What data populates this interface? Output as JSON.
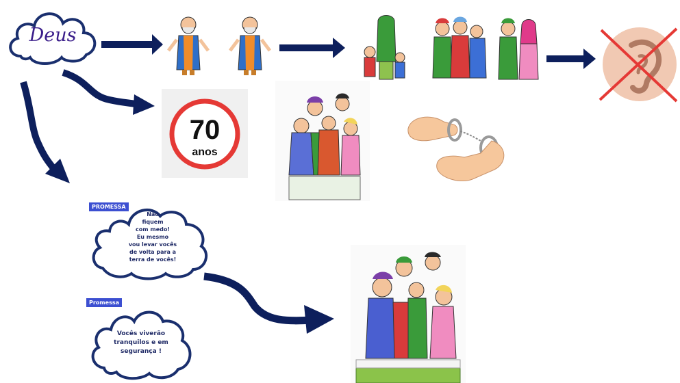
{
  "god_cloud": {
    "label": "Deus"
  },
  "speed_sign": {
    "number": "70",
    "unit": "anos"
  },
  "promise_1": {
    "tag": "PROMESSA",
    "lines": [
      "Não",
      "fiquem",
      "com medo!",
      "Eu mesmo",
      "vou levar vocês",
      "de volta para a",
      "terra de vocês!"
    ]
  },
  "promise_2": {
    "tag": "Promessa",
    "lines": [
      "Vocês viverão",
      "tranquilos e em",
      "segurança !"
    ]
  },
  "colors": {
    "arrow": "#0d1f5c",
    "cloud_border": "#1a2f6e",
    "tag_bg": "#3c4fd1",
    "sign_ring": "#e53935",
    "cross": "#e53935",
    "skin": "#f3c39b"
  }
}
